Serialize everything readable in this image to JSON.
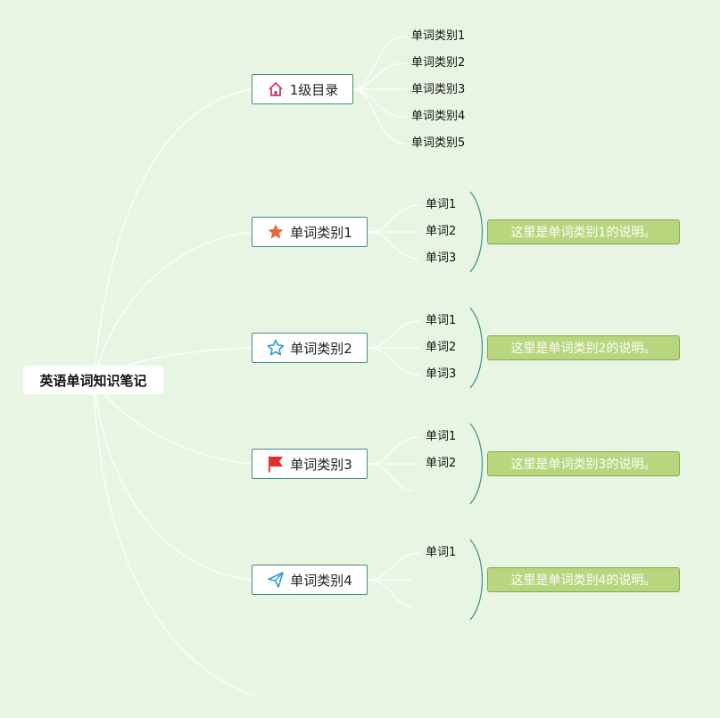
{
  "root": {
    "label": "英语单词知识笔记"
  },
  "branches": [
    {
      "label": "1级目录",
      "icon": "home-icon",
      "children": [
        "单词类别1",
        "单词类别2",
        "单词类别3",
        "单词类别4",
        "单词类别5"
      ]
    },
    {
      "label": "单词类别1",
      "icon": "star-filled-icon",
      "children": [
        "单词1",
        "单词2",
        "单词3"
      ],
      "summary": "这里是单词类别1的说明。"
    },
    {
      "label": "单词类别2",
      "icon": "star-outline-icon",
      "children": [
        "单词1",
        "单词2",
        "单词3"
      ],
      "summary": "这里是单词类别2的说明。"
    },
    {
      "label": "单词类别3",
      "icon": "flag-icon",
      "children": [
        "单词1",
        "单词2",
        ""
      ],
      "summary": "这里是单词类别3的说明。"
    },
    {
      "label": "单词类别4",
      "icon": "paper-plane-icon",
      "children": [
        "单词1",
        "",
        ""
      ],
      "summary": "这里是单词类别4的说明。"
    }
  ],
  "colors": {
    "background": "#e9f5e3",
    "branch_border": "#3d8e85",
    "summary_fill": "#b8d67e",
    "connector": "#ffffff",
    "bracket": "#3d8e85"
  }
}
